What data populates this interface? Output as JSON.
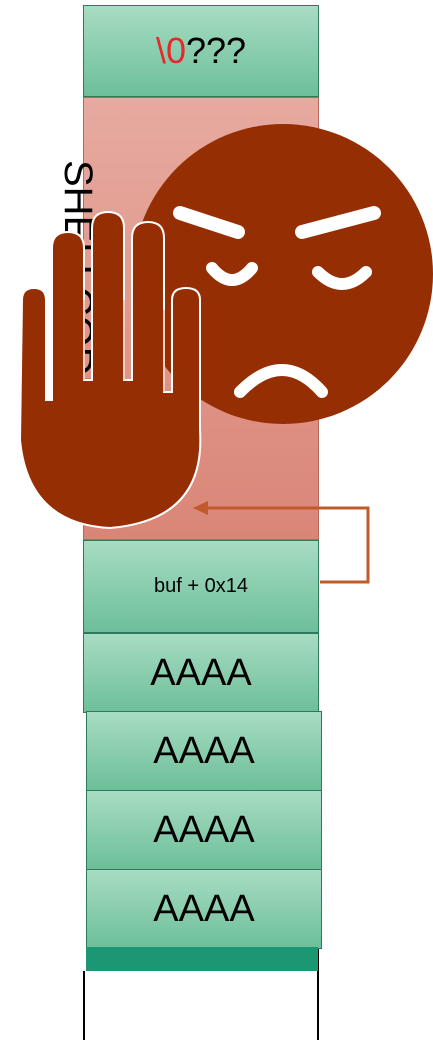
{
  "stack": {
    "top": {
      "prefix": "\\0",
      "rest": "???"
    },
    "shellcode_label": "SHELLCODE",
    "return_addr": "buf + 0x14",
    "padding": [
      "AAAA",
      "AAAA",
      "AAAA",
      "AAAA"
    ]
  },
  "colors": {
    "cell_fill": "#6cbf99",
    "shellcode_fill": "#d98677",
    "arrow": "#c05a2a",
    "emoji": "#962e04",
    "hand": "#962e04",
    "null_byte": "#e8282b"
  },
  "icons": [
    "angry-face-icon",
    "stop-hand-icon",
    "pointer-arrow-icon"
  ]
}
